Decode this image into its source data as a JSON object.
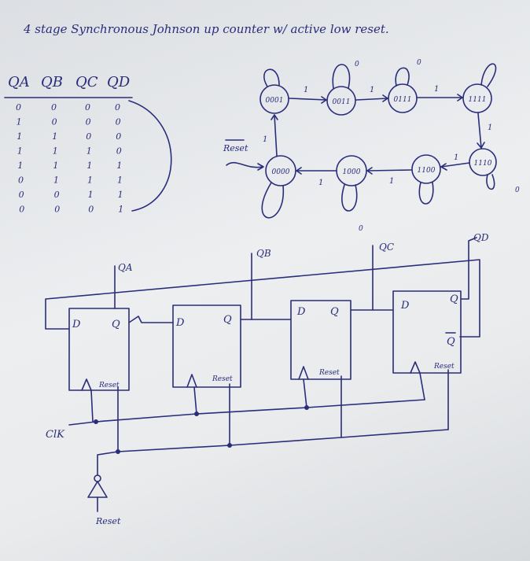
{
  "title": "4 stage Synchronous Johnson up counter w/ active low reset.",
  "table": {
    "headers": [
      "QA",
      "QB",
      "QC",
      "QD"
    ],
    "rows": [
      [
        "0",
        "0",
        "0",
        "0"
      ],
      [
        "1",
        "0",
        "0",
        "0"
      ],
      [
        "1",
        "1",
        "0",
        "0"
      ],
      [
        "1",
        "1",
        "1",
        "0"
      ],
      [
        "1",
        "1",
        "1",
        "1"
      ],
      [
        "0",
        "1",
        "1",
        "1"
      ],
      [
        "0",
        "0",
        "1",
        "1"
      ],
      [
        "0",
        "0",
        "0",
        "1"
      ]
    ]
  },
  "state_diagram": {
    "states": [
      "0001",
      "0011",
      "0111",
      "1111",
      "1110",
      "1100",
      "1000",
      "0000"
    ],
    "self_loop_label": "0",
    "transition_label": "1",
    "reset_label": "Reset"
  },
  "circuit": {
    "flipflops": [
      {
        "d_label": "D",
        "q_label": "Q",
        "reset_label": "Reset",
        "output_label": "QA"
      },
      {
        "d_label": "D",
        "q_label": "Q",
        "reset_label": "Reset",
        "output_label": "QB"
      },
      {
        "d_label": "D",
        "q_label": "Q",
        "reset_label": "Reset",
        "output_label": "QC"
      },
      {
        "d_label": "D",
        "q_label": "Q",
        "qbar_label": "Q",
        "reset_label": "Reset",
        "output_label": "QD"
      }
    ],
    "clk_label": "ClK",
    "reset_input_label": "Reset"
  }
}
